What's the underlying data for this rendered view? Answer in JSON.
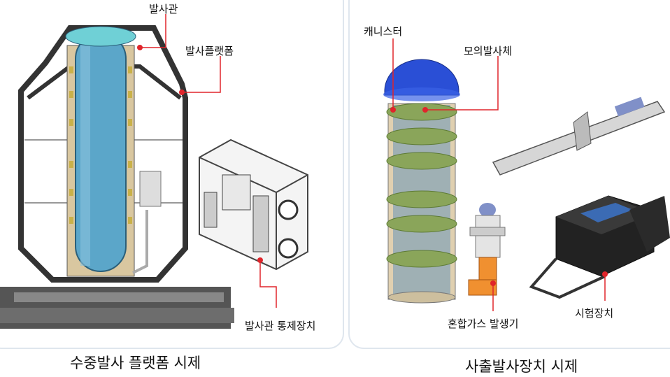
{
  "left_panel": {
    "caption": "수중발사 플랫폼 시제",
    "labels": {
      "launch_tube": "발사관",
      "launch_platform": "발사플랫폼",
      "tube_controller": "발사관 통제장치"
    }
  },
  "right_panel": {
    "caption": "사출발사장치 시제",
    "labels": {
      "canister": "캐니스터",
      "mock_vehicle": "모의발사체",
      "gas_generator": "혼합가스 발생기",
      "test_device": "시험장치"
    }
  },
  "colors": {
    "leader": "#e0252b",
    "panel_border": "#dfe6ee",
    "tube": "#5ba6c9",
    "ring": "#8aa55a"
  }
}
